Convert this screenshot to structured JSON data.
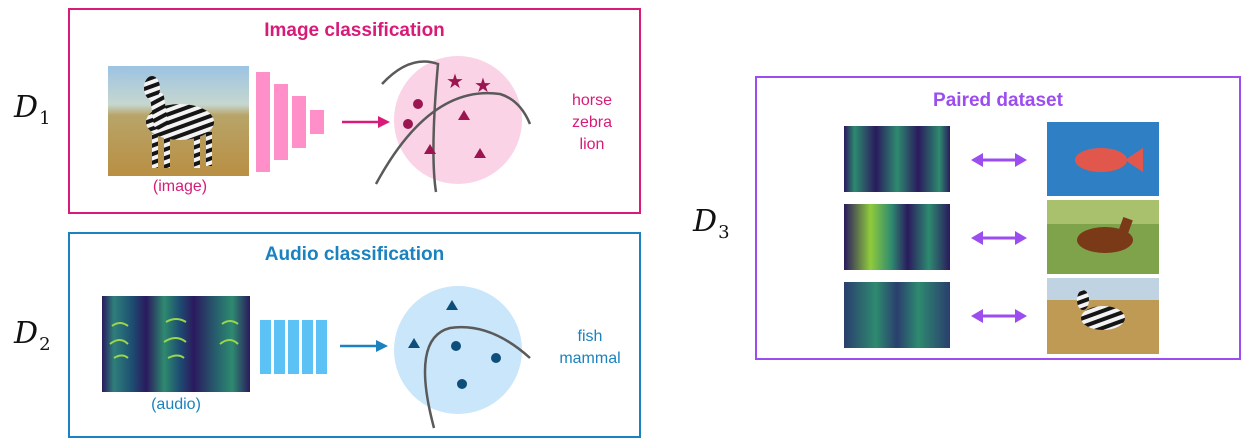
{
  "colors": {
    "image_accent": "#D81B78",
    "audio_accent": "#1B82C0",
    "paired_accent": "#9B4DF0",
    "image_blob": "#FBD3E6",
    "audio_blob": "#C9E6FA",
    "image_bars": "#FF8FC8",
    "audio_bars": "#5CC2F5",
    "image_marker": "#9B1550",
    "audio_marker": "#0E4E7A"
  },
  "datasets": {
    "d1": {
      "label": "D",
      "sub": "1"
    },
    "d2": {
      "label": "D",
      "sub": "2"
    },
    "d3": {
      "label": "D",
      "sub": "3"
    }
  },
  "image_panel": {
    "title": "Image classification",
    "caption": "(image)",
    "classes": [
      "horse",
      "zebra",
      "lion"
    ],
    "input_icon": "zebra-photo"
  },
  "audio_panel": {
    "title": "Audio classification",
    "caption": "(audio)",
    "classes": [
      "fish",
      "mammal"
    ],
    "input_icon": "spectrogram"
  },
  "paired_panel": {
    "title": "Paired dataset",
    "pairs": [
      {
        "audio_icon": "spectrogram",
        "image_icon": "fish-photo"
      },
      {
        "audio_icon": "spectrogram",
        "image_icon": "horse-photo"
      },
      {
        "audio_icon": "spectrogram",
        "image_icon": "zebra-photo"
      }
    ],
    "link_icon": "double-arrow-icon"
  }
}
